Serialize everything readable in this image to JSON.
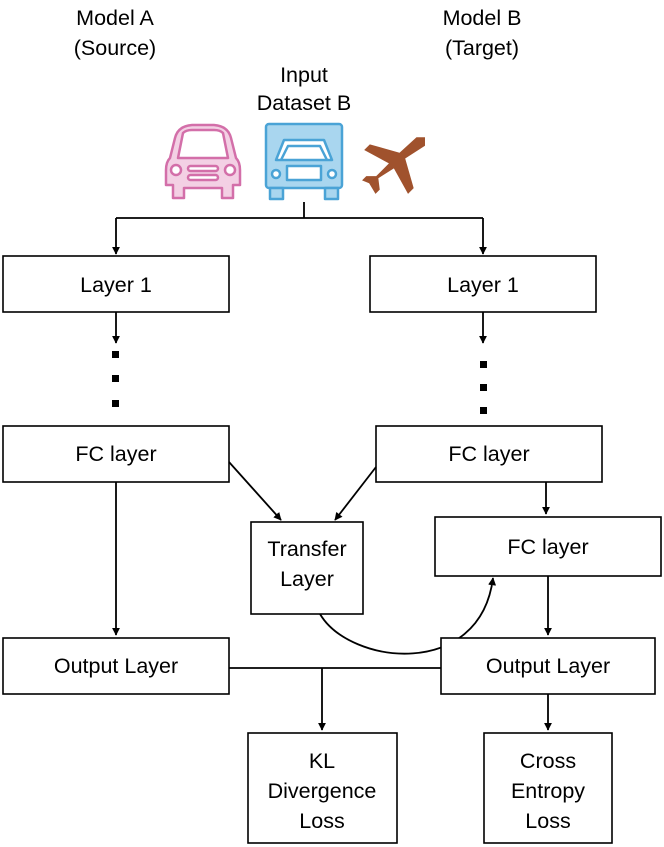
{
  "header": {
    "model_a": [
      "Model A",
      "(Source)"
    ],
    "model_b": [
      "Model B",
      "(Target)"
    ],
    "input": [
      "Input",
      "Dataset B"
    ]
  },
  "icons": [
    {
      "name": "car-icon",
      "color": "#d36fa9"
    },
    {
      "name": "truck-icon",
      "color": "#4aa3d6"
    },
    {
      "name": "airplane-icon",
      "color": "#a0522d"
    }
  ],
  "model_a": {
    "layer1": "Layer 1",
    "fc": "FC layer",
    "output": "Output Layer"
  },
  "model_b": {
    "layer1": "Layer 1",
    "fc": "FC layer",
    "fc2": "FC layer",
    "output": "Output Layer"
  },
  "transfer": [
    "Transfer",
    "Layer"
  ],
  "losses": {
    "kl": [
      "KL",
      "Divergence",
      "Loss"
    ],
    "ce": [
      "Cross",
      "Entropy",
      "Loss"
    ]
  }
}
